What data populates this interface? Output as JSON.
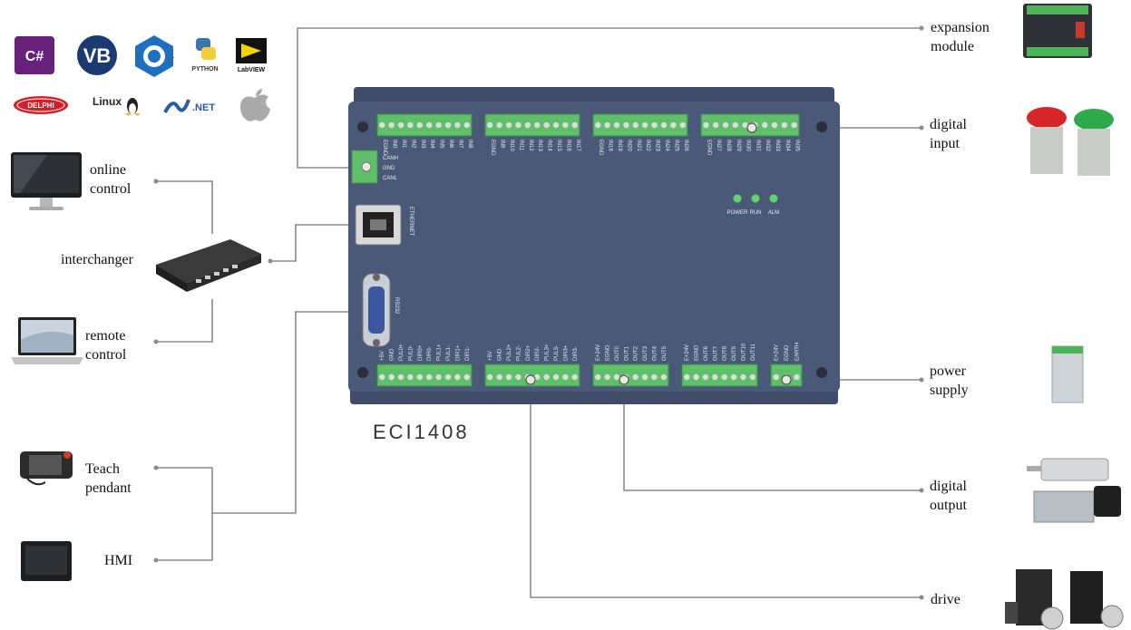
{
  "device": {
    "model": "ECI1408",
    "can_pins": [
      "CANH",
      "GND",
      "CANL"
    ],
    "ethernet_label": "ETHERNET",
    "rs232_label": "RS232",
    "leds": [
      "POWER",
      "RUN",
      "ALM"
    ],
    "inputs_block1": [
      "EGND",
      "IN0",
      "IN1",
      "IN2",
      "IN3",
      "IN4",
      "IN5",
      "IN6",
      "IN7",
      "IN8"
    ],
    "inputs_block2": [
      "EGND",
      "IN9",
      "IN10",
      "IN11",
      "IN12",
      "IN13",
      "IN14",
      "IN15",
      "IN16",
      "IN17"
    ],
    "inputs_block3": [
      "EGND",
      "IN18",
      "IN19",
      "IN20",
      "IN21",
      "IN22",
      "IN23",
      "IN24",
      "IN25",
      "IN26"
    ],
    "inputs_block4": [
      "EGND",
      "IN27",
      "IN28",
      "IN29",
      "IN30",
      "IN31",
      "IN32",
      "IN33",
      "IN34",
      "IN35"
    ],
    "axis_block1": [
      "+5V",
      "GND",
      "PUL0+",
      "PUL0-",
      "DIR0+",
      "DIR0-",
      "PUL1+",
      "PUL1-",
      "DIR1+",
      "DIR1-"
    ],
    "axis_block2": [
      "+5V",
      "GND",
      "PUL2+",
      "PUL2-",
      "DIR2+",
      "DIR2-",
      "PUL3+",
      "PUL3-",
      "DIR3+",
      "DIR3-"
    ],
    "outputs_block1": [
      "E+24V",
      "EGND",
      "OUT0",
      "OUT1",
      "OUT2",
      "OUT3",
      "OUT4",
      "OUT5"
    ],
    "outputs_block2": [
      "E+24V",
      "EGND",
      "OUT6",
      "OUT7",
      "OUT8",
      "OUT9",
      "OUT10",
      "OUT11"
    ],
    "power_block": [
      "E+24V",
      "EGND",
      "EARTH"
    ]
  },
  "left_labels": {
    "online_control": [
      "online",
      "control"
    ],
    "interchanger": "interchanger",
    "remote_control": [
      "remote",
      "control"
    ],
    "teach_pendant": [
      "Teach",
      "pendant"
    ],
    "hmi": "HMI"
  },
  "right_labels": {
    "expansion_module": [
      "expansion",
      "module"
    ],
    "digital_input": [
      "digital",
      "input"
    ],
    "power_supply": [
      "power",
      "supply"
    ],
    "digital_output": [
      "digital",
      "output"
    ],
    "drive": "drive"
  },
  "software_logos": {
    "csharp": "C#",
    "vb": "VB",
    "cpp": "C++",
    "python": "PYTHON",
    "labview": "LabVIEW",
    "delphi": "DELPHI",
    "linux": "Linux",
    "dotnet": ".NET"
  },
  "colors": {
    "board": "#4a5978",
    "terminal_green": "#5fbf6a",
    "wire": "#8a8a8a",
    "led_green": "#5ed66a"
  }
}
